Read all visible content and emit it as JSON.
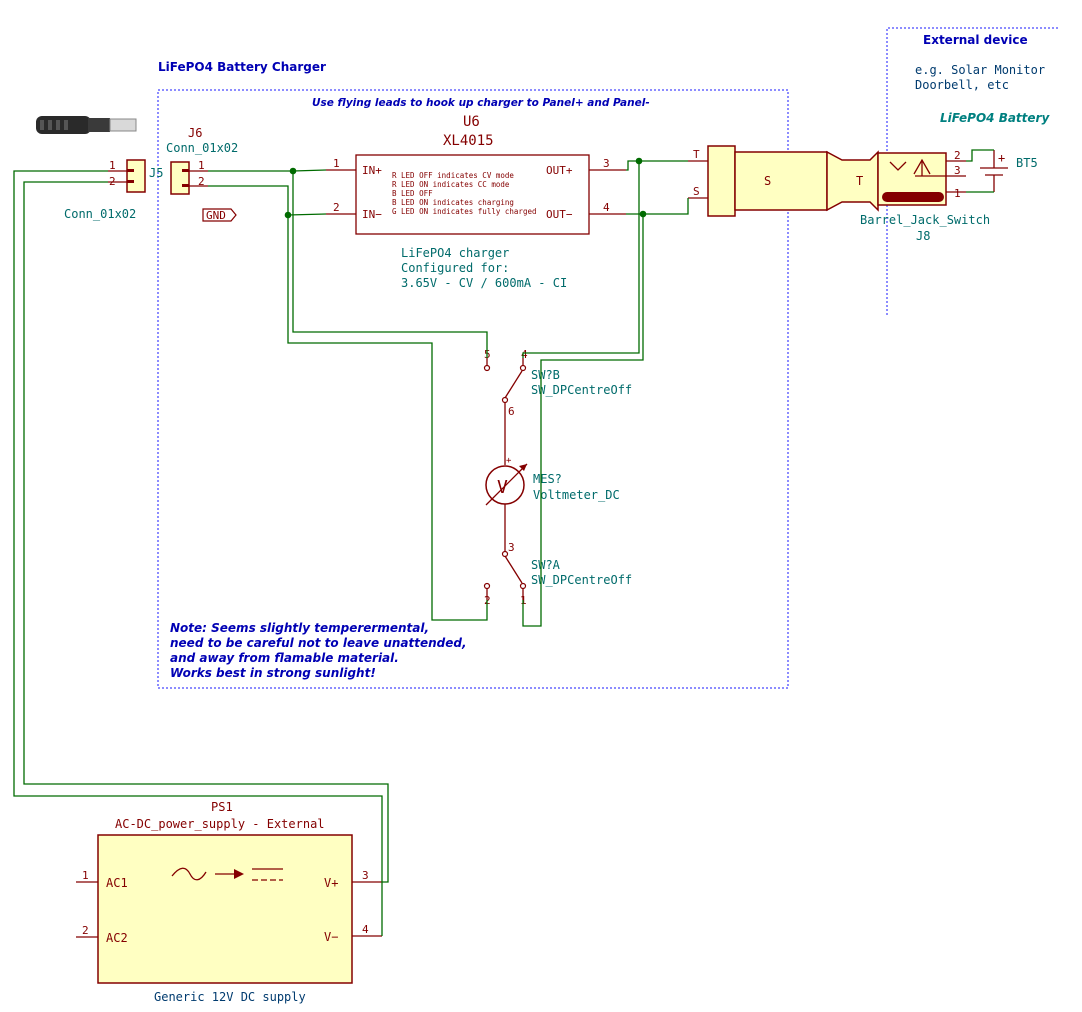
{
  "blocks": {
    "charger_title": "LiFePO4 Battery Charger",
    "external_title": "External device",
    "external_desc1": "e.g. Solar Monitor",
    "external_desc2": "Doorbell, etc",
    "battery_title": "LiFePO4 Battery"
  },
  "notes": {
    "flying_leads": "Use flying leads to hook up charger to Panel+ and Panel-",
    "note1": "Note: Seems slightly temperermental,",
    "note2": "need to be careful not to leave unattended,",
    "note3": "and away from flamable material.",
    "note4": "Works best in strong sunlight!"
  },
  "j5": {
    "ref": "J5",
    "value": "Conn_01x02",
    "pin1": "1",
    "pin2": "2"
  },
  "j6": {
    "ref": "J6",
    "value": "Conn_01x02",
    "pin1": "1",
    "pin2": "2"
  },
  "gnd": {
    "label": "GND"
  },
  "u6": {
    "ref": "U6",
    "value": "XL4015",
    "pin_in_plus": "IN+",
    "pin_in_minus": "IN−",
    "pin_out_plus": "OUT+",
    "pin_out_minus": "OUT−",
    "num1": "1",
    "num2": "2",
    "num3": "3",
    "num4": "4",
    "led1": "R LED OFF indicates CV mode",
    "led2": "R LED ON indicates CC mode",
    "led3": "B LED OFF",
    "led4": "B LED ON  indicates charging",
    "led5": "G LED ON indicates fully charged",
    "desc1": "LiFePO4 charger",
    "desc2": "Configured for:",
    "desc3": "3.65V - CV / 600mA - CI"
  },
  "plug": {
    "t": "T",
    "s": "S",
    "s_body": "S",
    "t_body": "T"
  },
  "j8": {
    "ref": "J8",
    "value": "Barrel_Jack_Switch",
    "pin2": "2",
    "pin3": "3",
    "pin1": "1"
  },
  "bt5": {
    "ref": "BT5",
    "plus": "+"
  },
  "swb": {
    "ref": "SW?B",
    "value": "SW_DPCentreOff",
    "p4": "4",
    "p5": "5",
    "p6": "6"
  },
  "swa": {
    "ref": "SW?A",
    "value": "SW_DPCentreOff",
    "p1": "1",
    "p2": "2",
    "p3": "3"
  },
  "mes": {
    "ref": "MES?",
    "value": "Voltmeter_DC",
    "symbol": "V",
    "plus": "+"
  },
  "ps1": {
    "ref": "PS1",
    "value": "AC-DC_power_supply - External",
    "ac1": "AC1",
    "ac2": "AC2",
    "vplus": "V+",
    "vminus": "V−",
    "n1": "1",
    "n2": "2",
    "n3": "3",
    "n4": "4",
    "desc": "Generic 12V DC supply"
  }
}
